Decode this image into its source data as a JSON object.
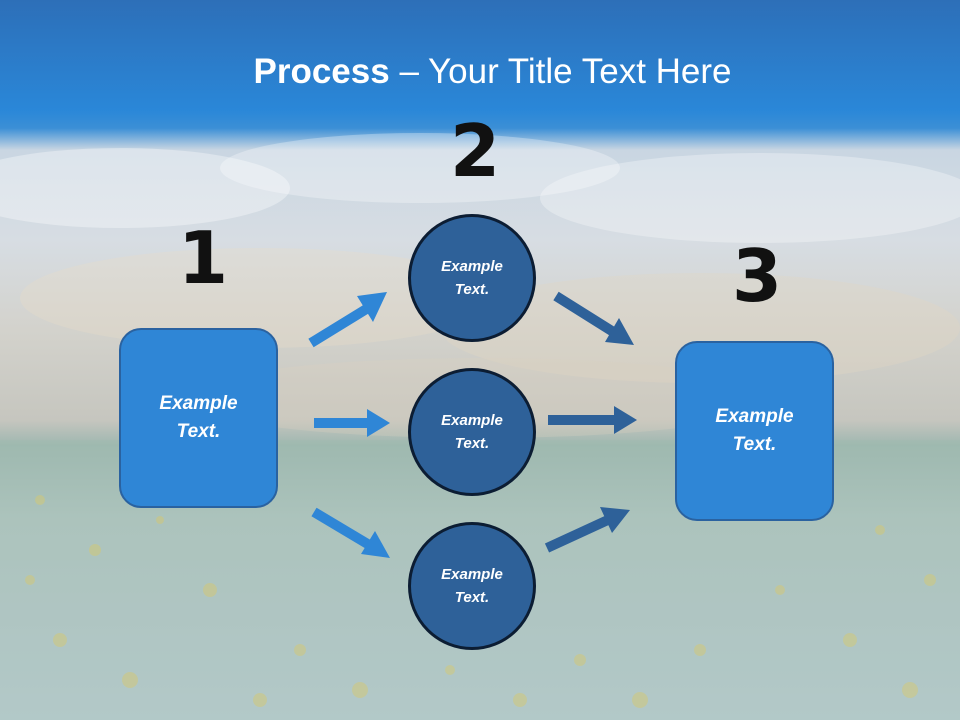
{
  "title": {
    "bold": "Process",
    "rest": " – Your Title Text Here"
  },
  "steps": {
    "step1": {
      "number": "1",
      "box": "Example Text."
    },
    "step2": {
      "number": "2",
      "circles": [
        "Example Text.",
        "Example Text.",
        "Example Text."
      ]
    },
    "step3": {
      "number": "3",
      "box": "Example Text."
    }
  },
  "colors": {
    "title_bar": "#2a87d8",
    "box_fill": "#2f86d6",
    "circle_fill": "#2e6199",
    "light_arrow": "#2f86d6",
    "dark_arrow": "#2e6199"
  }
}
